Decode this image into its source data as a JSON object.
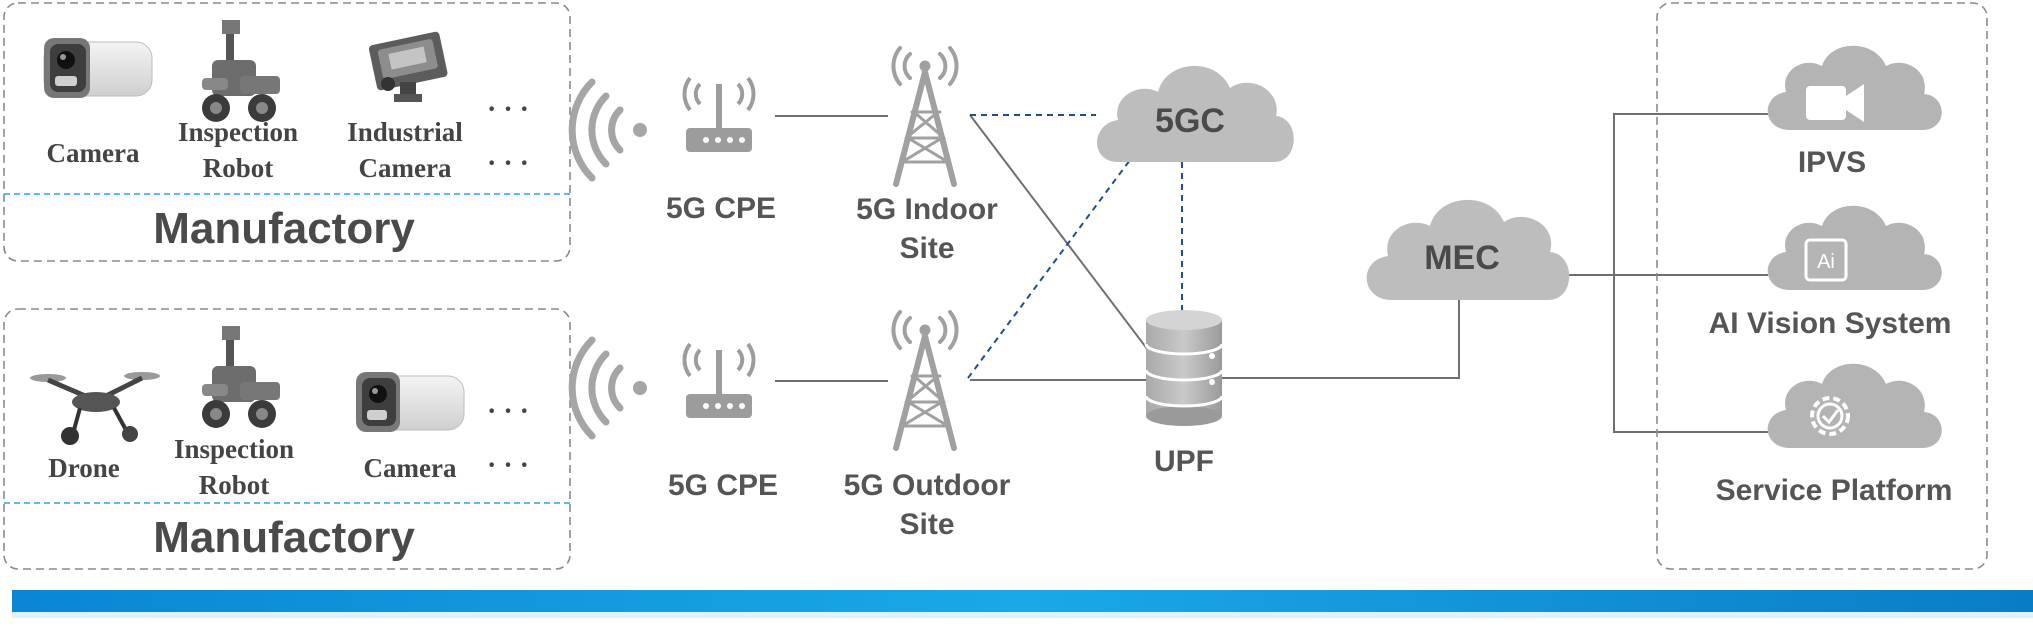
{
  "colors": {
    "device_gray": "#9c9c9c",
    "link_gray": "#6f6f6f",
    "dash_blue": "#1f4e8c",
    "box_dash": "#8a8a8a",
    "sep_blue": "#2aa3e0",
    "bar_start": "#0078c8",
    "bar_end": "#1ab2ec"
  },
  "manufactory_top": {
    "title": "Manufactory",
    "devices": [
      {
        "label": "Camera",
        "icon": "camera-icon"
      },
      {
        "label": "Inspection Robot",
        "line1": "Inspection",
        "line2": "Robot",
        "icon": "robot-icon"
      },
      {
        "label": "Industrial Camera",
        "line1": "Industrial",
        "line2": "Camera",
        "icon": "industrial-camera-icon"
      }
    ],
    "ellipsis": "· · ·"
  },
  "manufactory_bottom": {
    "title": "Manufactory",
    "devices": [
      {
        "label": "Drone",
        "icon": "drone-icon"
      },
      {
        "label": "Inspection Robot",
        "line1": "Inspection",
        "line2": "Robot",
        "icon": "robot-icon"
      },
      {
        "label": "Camera",
        "icon": "camera-icon"
      }
    ],
    "ellipsis": "· · ·"
  },
  "network": {
    "cpe_top": "5G CPE",
    "cpe_bottom": "5G CPE",
    "indoor_site": {
      "line1": "5G Indoor",
      "line2": "Site"
    },
    "outdoor_site": {
      "line1": "5G Outdoor",
      "line2": "Site"
    },
    "core": "5GC",
    "upf": "UPF",
    "mec": "MEC"
  },
  "services": {
    "items": [
      {
        "label": "IPVS",
        "icon": "video-camera-icon"
      },
      {
        "label": "AI Vision System",
        "icon": "ai-icon",
        "glyph": "Ai"
      },
      {
        "label": "Service Platform",
        "icon": "gear-check-icon"
      }
    ]
  }
}
